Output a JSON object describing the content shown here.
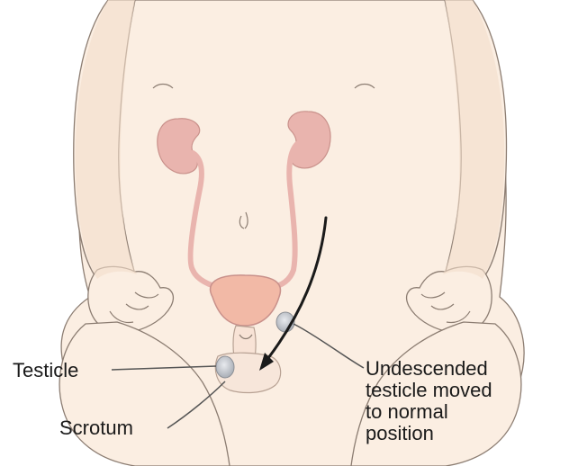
{
  "labels": {
    "testicle": "Testicle",
    "scrotum": "Scrotum",
    "undescended_line1": "Undescended",
    "undescended_line2": "testicle moved",
    "undescended_line3": "to normal",
    "undescended_line4": "position"
  },
  "colors": {
    "skin_fill": "#fbeee2",
    "skin_shadow": "#f3ddcb",
    "skin_outline": "#8c7d72",
    "organ_fill": "#e9b4ae",
    "organ_outline": "#c9918b",
    "bladder_fill": "#f2b9a6",
    "testicle_fill": "#c9cdd3",
    "arrow": "#1a1a1a",
    "leader": "#555555"
  }
}
